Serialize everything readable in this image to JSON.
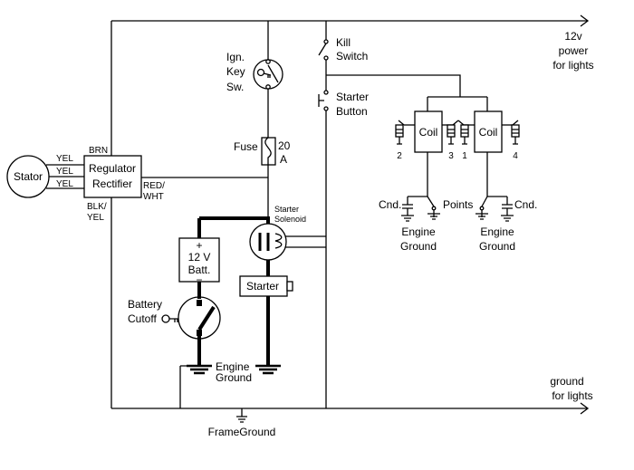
{
  "labels": {
    "stator": "Stator",
    "yel_1": "YEL",
    "yel_2": "YEL",
    "yel_3": "YEL",
    "brn": "BRN",
    "blk_yel_1": "BLK/",
    "blk_yel_2": "YEL",
    "red_wht_1": "RED/",
    "red_wht_2": "WHT",
    "regulator_1": "Regulator",
    "regulator_2": "Rectifier",
    "ign_1": "Ign.",
    "ign_2": "Key",
    "ign_3": "Sw.",
    "fuse": "Fuse",
    "fuse_rating_1": "20",
    "fuse_rating_2": "A",
    "kill_1": "Kill",
    "kill_2": "Switch",
    "starter_btn_1": "Starter",
    "starter_btn_2": "Button",
    "power_1": "12v",
    "power_2": "power",
    "power_3": "for lights",
    "coil_left": "Coil",
    "coil_right": "Coil",
    "plug_2": "2",
    "plug_3": "3",
    "plug_1": "1",
    "plug_4": "4",
    "cnd_left": "Cnd.",
    "cnd_right": "Cnd.",
    "points": "Points",
    "eng_ground_left_1": "Engine",
    "eng_ground_left_2": "Ground",
    "eng_ground_right_1": "Engine",
    "eng_ground_right_2": "Ground",
    "solenoid_1": "Starter",
    "solenoid_2": "Solenoid",
    "batt_plus": "+",
    "batt_1": "12 V",
    "batt_2": "Batt.",
    "batt_minus": "−",
    "starter": "Starter",
    "cutoff_1": "Battery",
    "cutoff_2": "Cutoff",
    "eng_ground_1": "Engine",
    "eng_ground_2": "Ground",
    "ground_lights_1": "ground",
    "ground_lights_2": "for lights",
    "frame_ground": "FrameGround"
  }
}
